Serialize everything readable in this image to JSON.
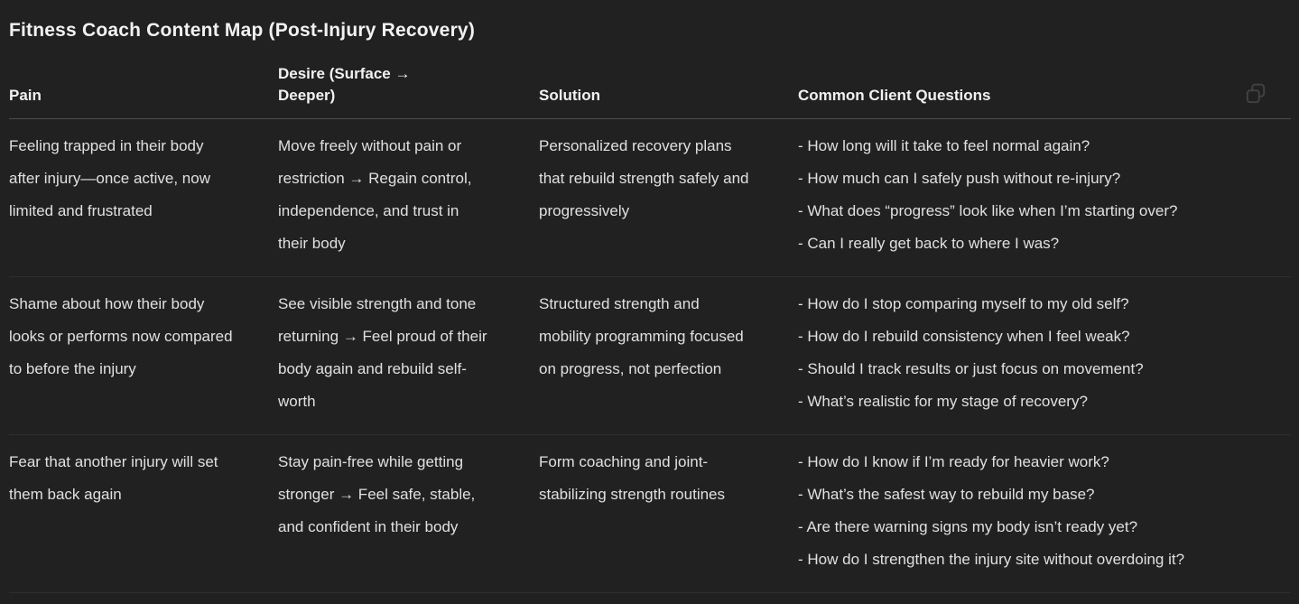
{
  "page": {
    "title": "Fitness Coach Content Map (Post-Injury Recovery)"
  },
  "toolbar": {
    "copy_icon": "copy-icon"
  },
  "colors": {
    "background": "#212121",
    "heading_text": "#f2f2f2",
    "body_text": "#e0e0e0",
    "header_divider": "#4d4d4d",
    "row_divider": "#2f2f2f",
    "copy_icon_stroke": "#424242"
  },
  "table": {
    "headers": [
      {
        "id": "pain",
        "label": "Pain"
      },
      {
        "id": "desire",
        "label": "Desire (Surface → Deeper)"
      },
      {
        "id": "solution",
        "label": "Solution"
      },
      {
        "id": "questions",
        "label": "Common Client Questions"
      }
    ],
    "rows": [
      {
        "pain": "Feeling trapped in their body after injury—once active, now limited and frustrated",
        "desire": "Move freely without pain or restriction → Regain control, independence, and trust in their body",
        "solution": "Personalized recovery plans that rebuild strength safely and progressively",
        "questions": [
          "- How long will it take to feel normal again?",
          "- How much can I safely push without re-injury?",
          "- What does “progress” look like when I’m starting over?",
          "- Can I really get back to where I was?"
        ]
      },
      {
        "pain": "Shame about how their body looks or performs now compared to before the injury",
        "desire": "See visible strength and tone returning → Feel proud of their body again and rebuild self-worth",
        "solution": "Structured strength and mobility programming focused on progress, not perfection",
        "questions": [
          "- How do I stop comparing myself to my old self?",
          "- How do I rebuild consistency when I feel weak?",
          "- Should I track results or just focus on movement?",
          "- What’s realistic for my stage of recovery?"
        ]
      },
      {
        "pain": "Fear that another injury will set them back again",
        "desire": "Stay pain-free while getting stronger → Feel safe, stable, and confident in their body",
        "solution": "Form coaching and joint-stabilizing strength routines",
        "questions": [
          "- How do I know if I’m ready for heavier work?",
          "- What’s the safest way to rebuild my base?",
          "- Are there warning signs my body isn’t ready yet?",
          "- How do I strengthen the injury site without overdoing it?"
        ]
      }
    ]
  }
}
